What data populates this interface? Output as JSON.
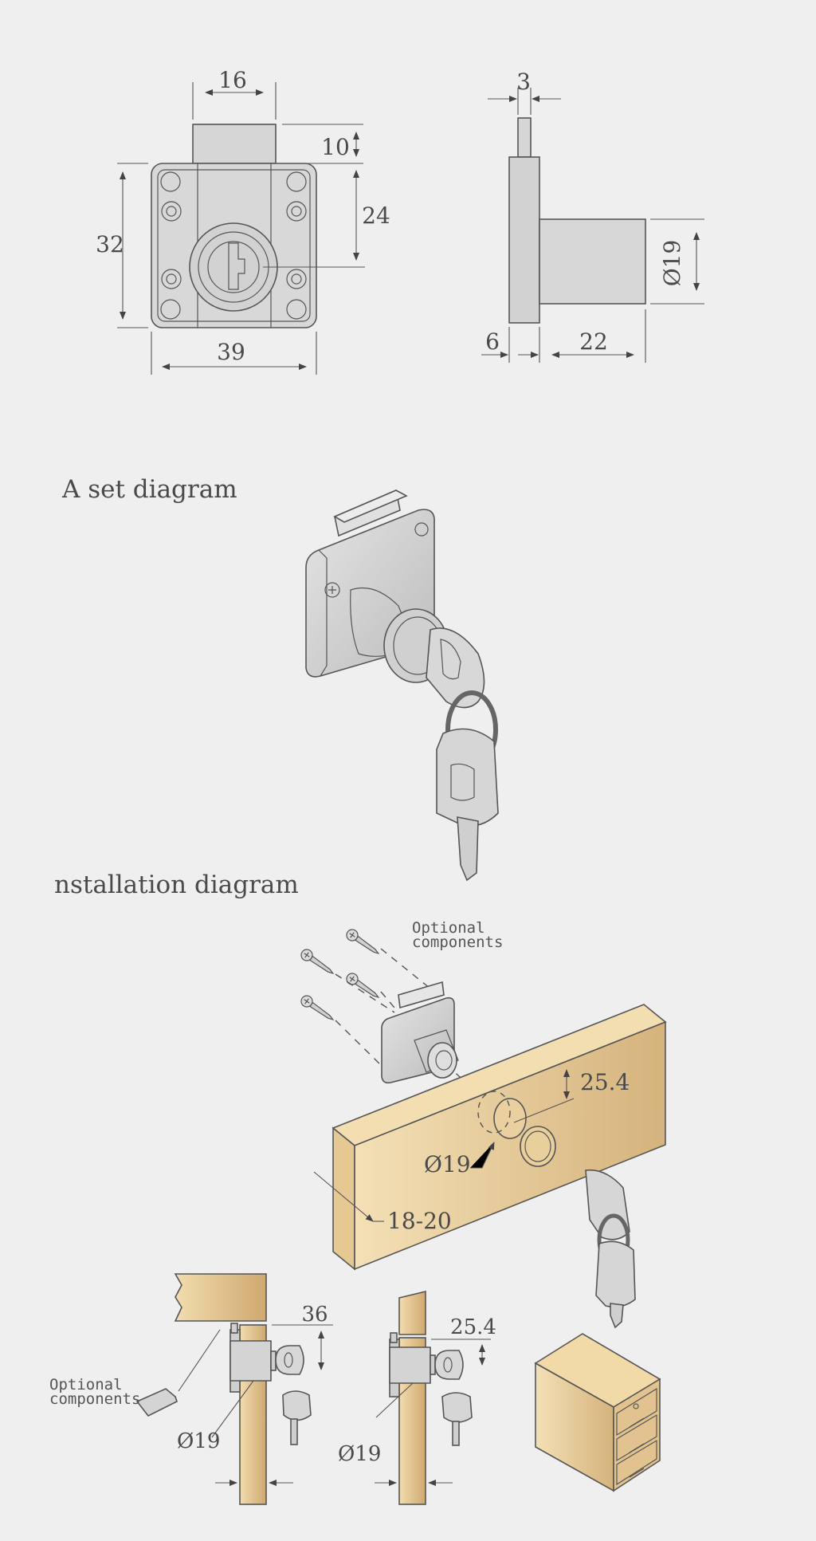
{
  "sections": {
    "set_heading": "A set diagram",
    "install_heading": "nstallation diagram"
  },
  "dimensions": {
    "front_top_width": "16",
    "front_bolt_height": "10",
    "front_keyhole_offset": "24",
    "front_height": "32",
    "front_width": "39",
    "side_bolt_width": "3",
    "side_cylinder_dia": "Ø19",
    "side_plate_thickness": "6",
    "side_cylinder_length": "22",
    "install_offset": "25.4",
    "install_hole_dia": "Ø19",
    "install_thickness": "18-20",
    "cross1_offset": "36",
    "cross1_hole_dia": "Ø19",
    "cross2_offset": "25.4",
    "cross2_hole_dia": "Ø19"
  },
  "notes": {
    "optional_top_line1": "Optional",
    "optional_top_line2": "components",
    "optional_left_line1": "Optional",
    "optional_left_line2": "components"
  },
  "colors": {
    "background": "#efefef",
    "metal": "#d4d4d4",
    "metal_dark": "#b9b9b9",
    "wood_light": "#f3ddb0",
    "wood_dark": "#d6b47e",
    "line": "#555555"
  }
}
